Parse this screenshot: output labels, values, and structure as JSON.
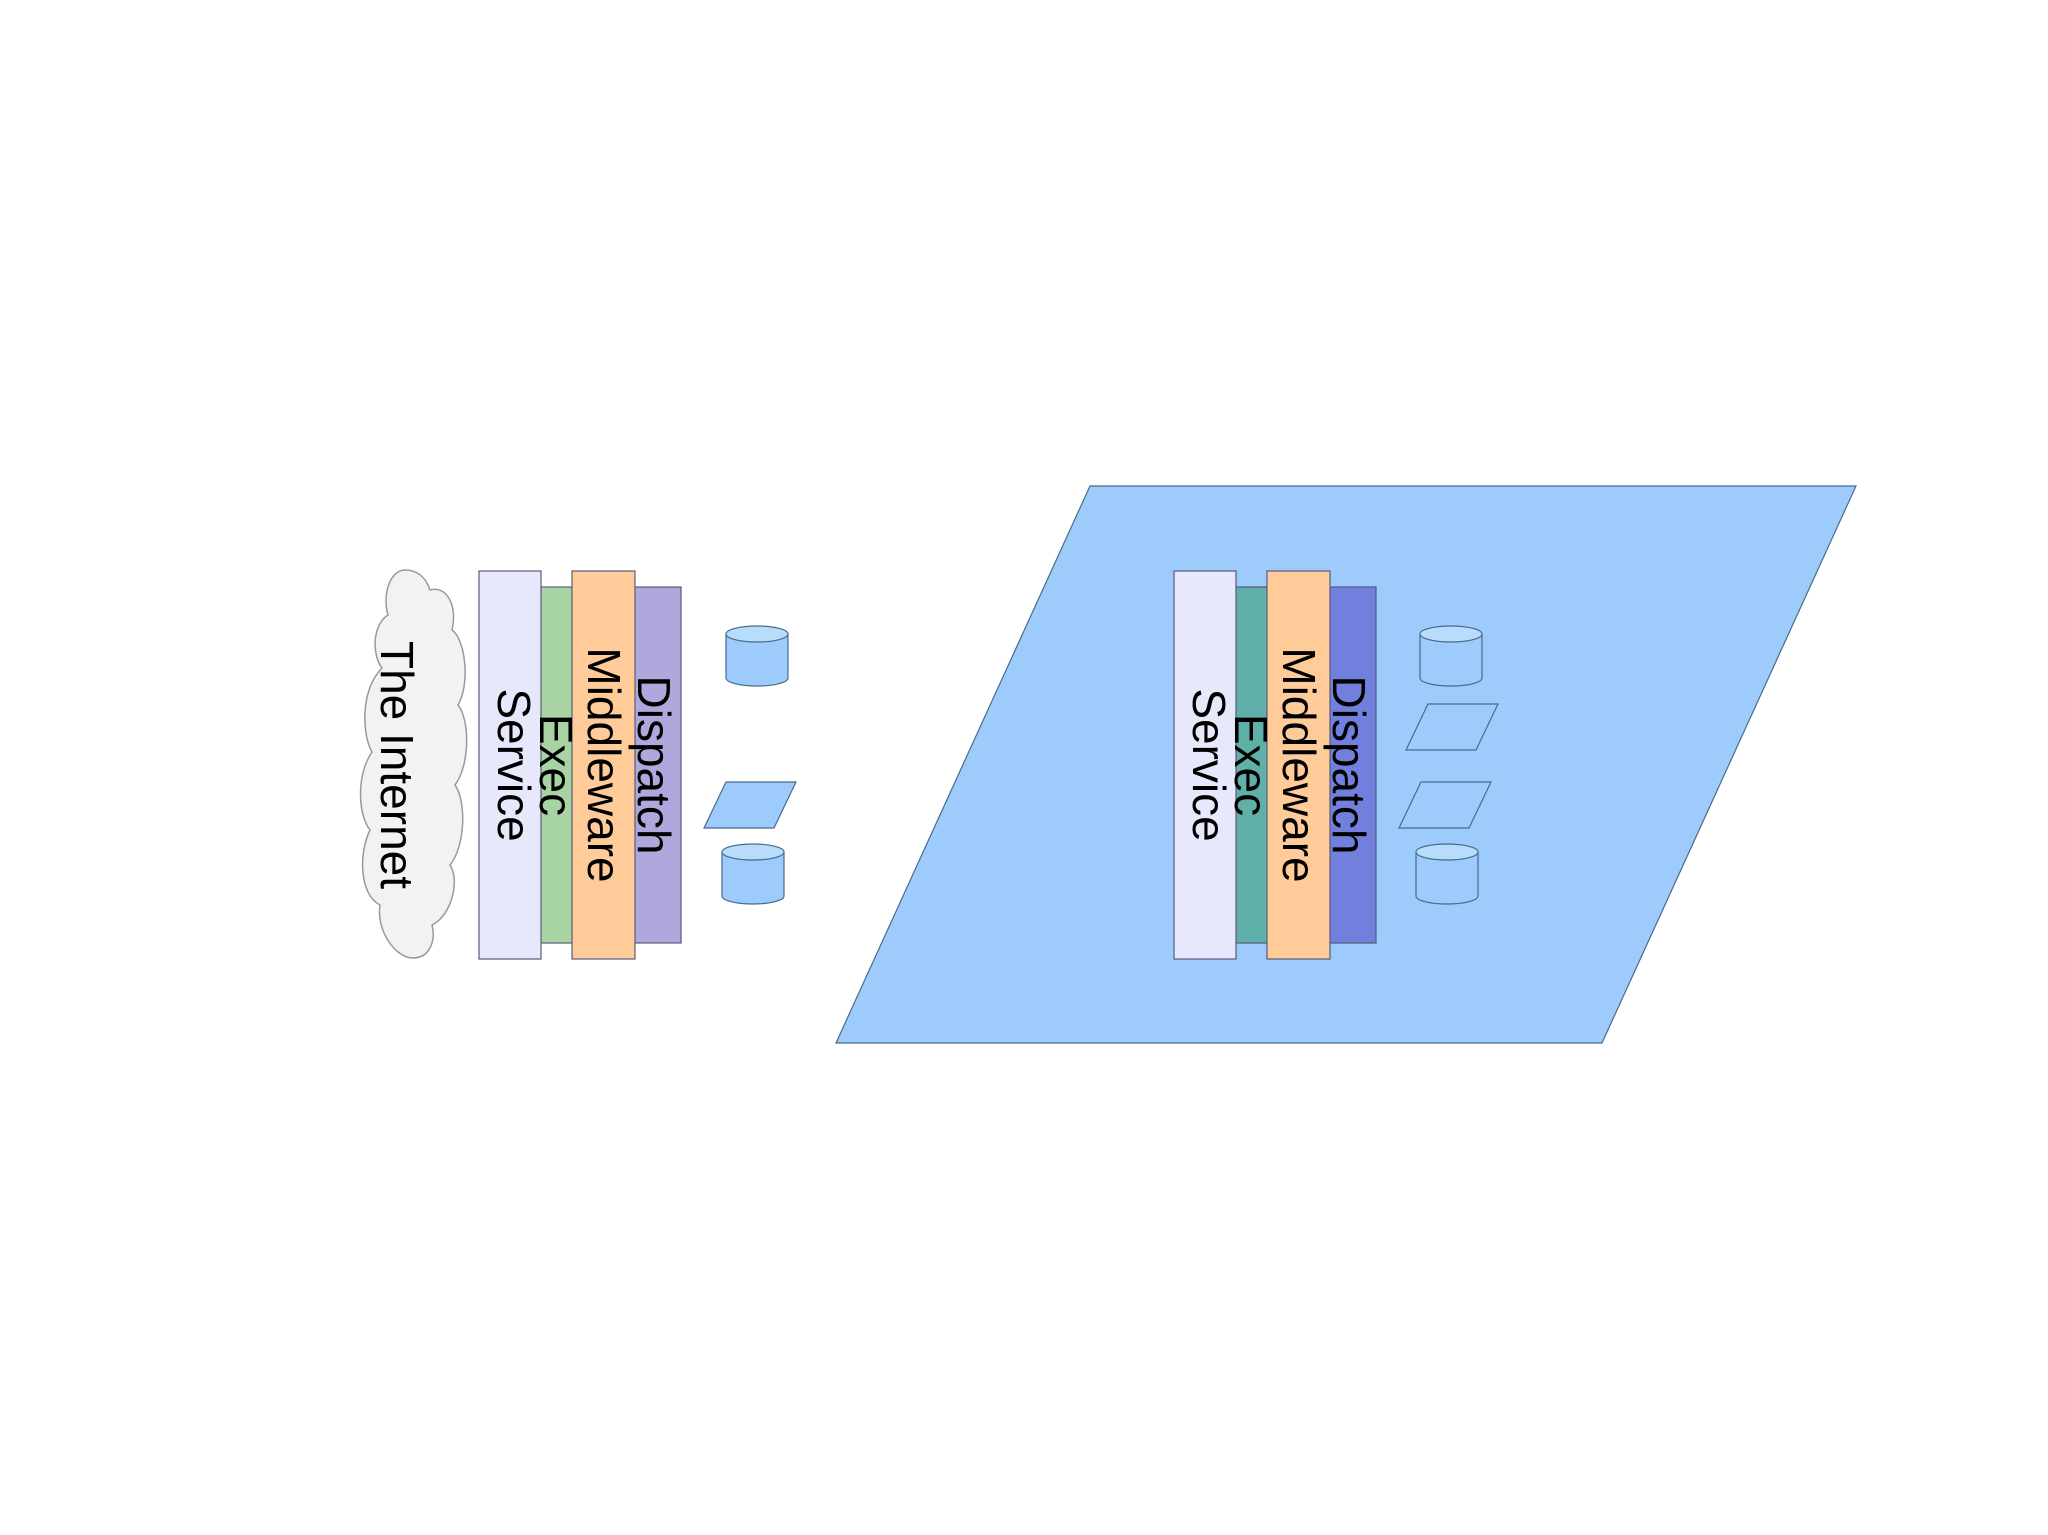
{
  "diagram": {
    "cloud": {
      "label": "The Internet",
      "fill": "#f2f2f2",
      "stroke": "#999999"
    },
    "layers": {
      "service": "Service",
      "exec": "Exec",
      "middleware": "Middleware",
      "dispatch": "Dispatch"
    },
    "colors": {
      "background": "#ffffff",
      "platform": "#9ccbfc",
      "service": "#e8e8fc",
      "exec_left": "#a8d4a4",
      "exec_right": "#5fb0a8",
      "middleware": "#ffcc99",
      "dispatch_left": "#b0a8dc",
      "dispatch_right": "#7080dc",
      "storage": "#9ccbfc"
    },
    "icons": {
      "storage": "database-cylinder-icon",
      "queue": "parallelogram-queue-icon"
    }
  }
}
